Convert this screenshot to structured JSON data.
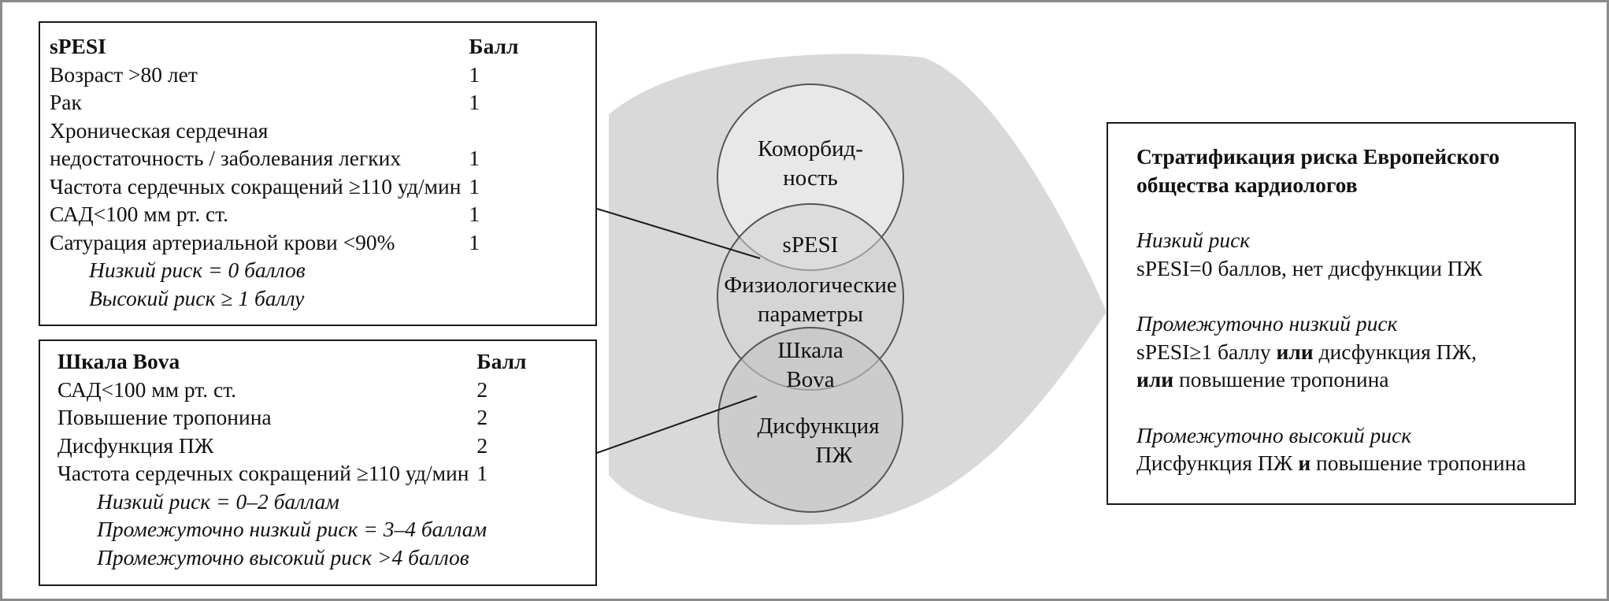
{
  "spesi_table": {
    "title": "sPESI",
    "score_header": "Балл",
    "rows": [
      {
        "item": "Возраст >80 лет",
        "score": "1"
      },
      {
        "item": "Рак",
        "score": "1"
      },
      {
        "item": "Хроническая сердечная",
        "score": ""
      },
      {
        "item": "недостаточность / заболевания легких",
        "score": "1"
      },
      {
        "item": "Частота сердечных сокращений ≥110 уд/мин",
        "score": "1"
      },
      {
        "item": "САД<100 мм рт. ст.",
        "score": "1"
      },
      {
        "item": "Сатурация артериальной крови <90%",
        "score": "1"
      }
    ],
    "notes": [
      "Низкий риск = 0 баллов",
      "Высокий риск ≥ 1 баллу"
    ]
  },
  "bova_table": {
    "title": "Шкала Bova",
    "score_header": "Балл",
    "rows": [
      {
        "item": "САД<100 мм рт. ст.",
        "score": "2"
      },
      {
        "item": "Повышение тропонина",
        "score": "2"
      },
      {
        "item": "Дисфункция ПЖ",
        "score": "2"
      },
      {
        "item": "Частота сердечных сокращений ≥110 уд/мин",
        "score": "1"
      }
    ],
    "notes": [
      "Низкий риск = 0–2 баллам",
      "Промежуточно низкий риск = 3–4 баллам",
      "Промежуточно высокий риск >4 баллов"
    ]
  },
  "venn": {
    "comorbidity": [
      "Коморбид-",
      "ность"
    ],
    "spesi": "sPESI",
    "physiological": [
      "Физиологические",
      "параметры"
    ],
    "bova": [
      "Шкала",
      "Bova"
    ],
    "rv_dysfunction": [
      "Дисфункция",
      "ПЖ"
    ]
  },
  "esc": {
    "title": [
      "Стратификация риска Европейского",
      "общества кардиологов"
    ],
    "categories": [
      {
        "label": "Низкий риск",
        "lines": [
          [
            {
              "t": "sPESI=0 баллов, нет дисфункции ПЖ",
              "b": false
            }
          ]
        ]
      },
      {
        "label": "Промежуточно низкий риск",
        "lines": [
          [
            {
              "t": "sPESI≥1 баллу ",
              "b": false
            },
            {
              "t": "или",
              "b": true
            },
            {
              "t": " дисфункция ПЖ,",
              "b": false
            }
          ],
          [
            {
              "t": "или",
              "b": true
            },
            {
              "t": " повышение тропонина",
              "b": false
            }
          ]
        ]
      },
      {
        "label": "Промежуточно высокий риск",
        "lines": [
          [
            {
              "t": "Дисфункция ПЖ ",
              "b": false
            },
            {
              "t": "и",
              "b": true
            },
            {
              "t": " повышение тропонина",
              "b": false
            }
          ]
        ]
      }
    ]
  },
  "colors": {
    "arrow_fill": "#d9d9d9",
    "comorbidity_fill": "#e8e8e8",
    "physiological_fill": "#d2d2d2",
    "rv_fill": "#c4c4c4",
    "line": "#1a1a1a"
  }
}
